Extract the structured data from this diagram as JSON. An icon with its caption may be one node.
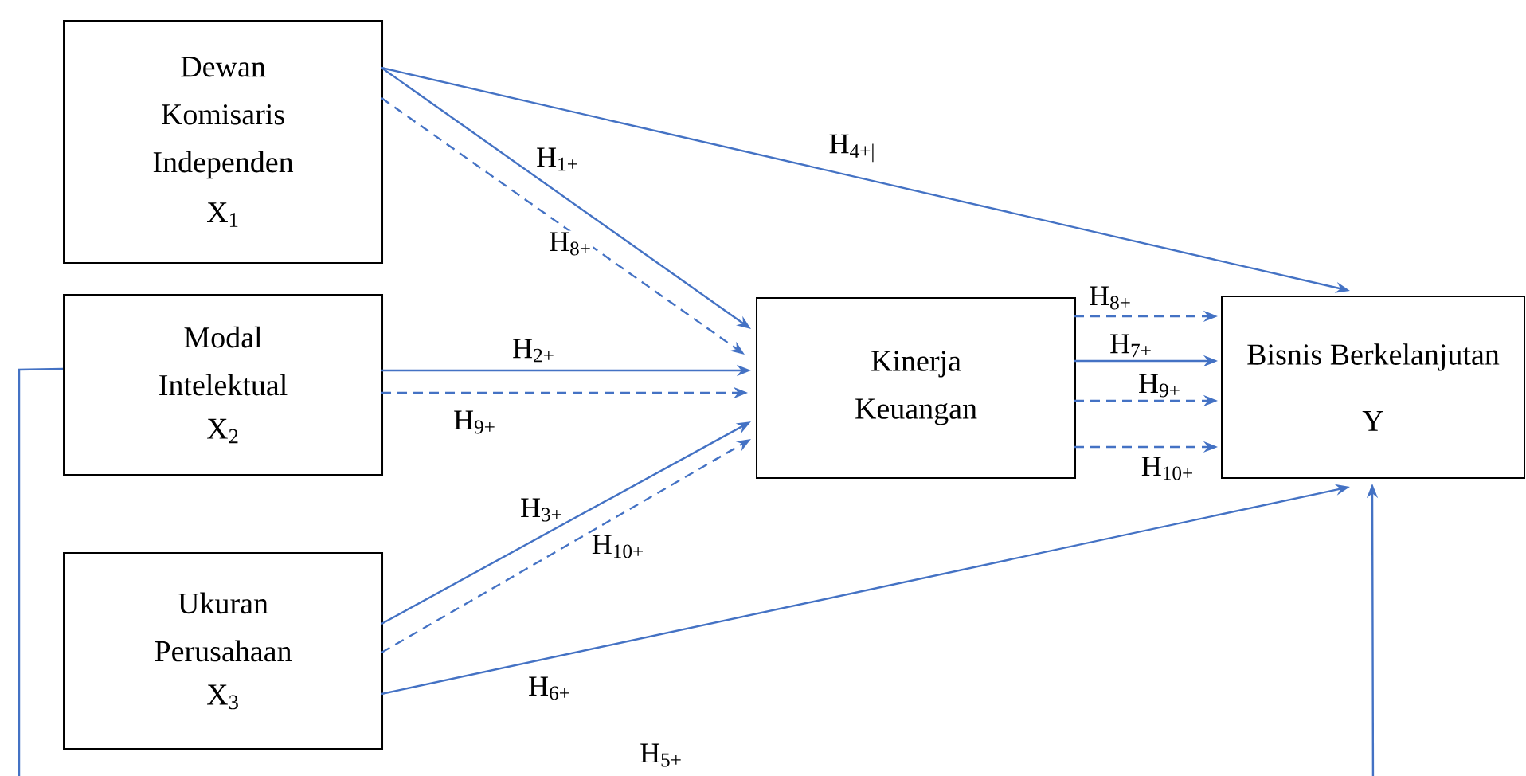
{
  "diagram": {
    "nodes": [
      {
        "text": [
          "Dewan Komisaris Independen",
          "X$_{1}$"
        ]
      },
      {
        "text": [
          "Modal Intelektual",
          "X$_{2}$"
        ]
      },
      {
        "text": [
          "Ukuran Perusahaan",
          "X$_{3}$"
        ]
      },
      {
        "text": [
          "Kinerja Keuangan"
        ]
      },
      {
        "text": [
          "Bisnis Berkelanjutan",
          "Y"
        ]
      }
    ],
    "edges": [
      {
        "from": 0,
        "to": 3,
        "arrow": "to",
        "label": "H$_{1+}$"
      },
      {
        "from": 0,
        "to": 3,
        "arrow": "to",
        "style": "dashed",
        "label": "H$_{8+}$"
      },
      {
        "from": 0,
        "to": 4,
        "arrow": "to",
        "label": "H$_{4+|}$"
      },
      {
        "from": 1,
        "to": 3,
        "arrow": "to",
        "label": "H$_{2+}$"
      },
      {
        "from": 1,
        "to": 3,
        "arrow": "to",
        "style": "dashed",
        "label": "H$_{9+}$"
      },
      {
        "from": 2,
        "to": 3,
        "arrow": "to",
        "label": "H$_{3+}$"
      },
      {
        "from": 2,
        "to": 3,
        "arrow": "to",
        "style": "dashed",
        "label": "H$_{10+}$"
      },
      {
        "from": 2,
        "to": 4,
        "arrow": "to",
        "label": "H$_{6+}$"
      },
      {
        "from": 1,
        "to": 4,
        "arrow": "to",
        "label": "H$_{5+}$"
      },
      {
        "from": 3,
        "to": 4,
        "arrow": "to",
        "style": "dashed",
        "label": "H$_{8+}$"
      },
      {
        "from": 3,
        "to": 4,
        "arrow": "to",
        "label": "H$_{7+}$"
      },
      {
        "from": 3,
        "to": 4,
        "arrow": "to",
        "style": "dashed",
        "label": "H$_{9+}$"
      },
      {
        "from": 3,
        "to": 4,
        "arrow": "to",
        "style": "dashed",
        "label": "H$_{10+}$"
      }
    ]
  }
}
